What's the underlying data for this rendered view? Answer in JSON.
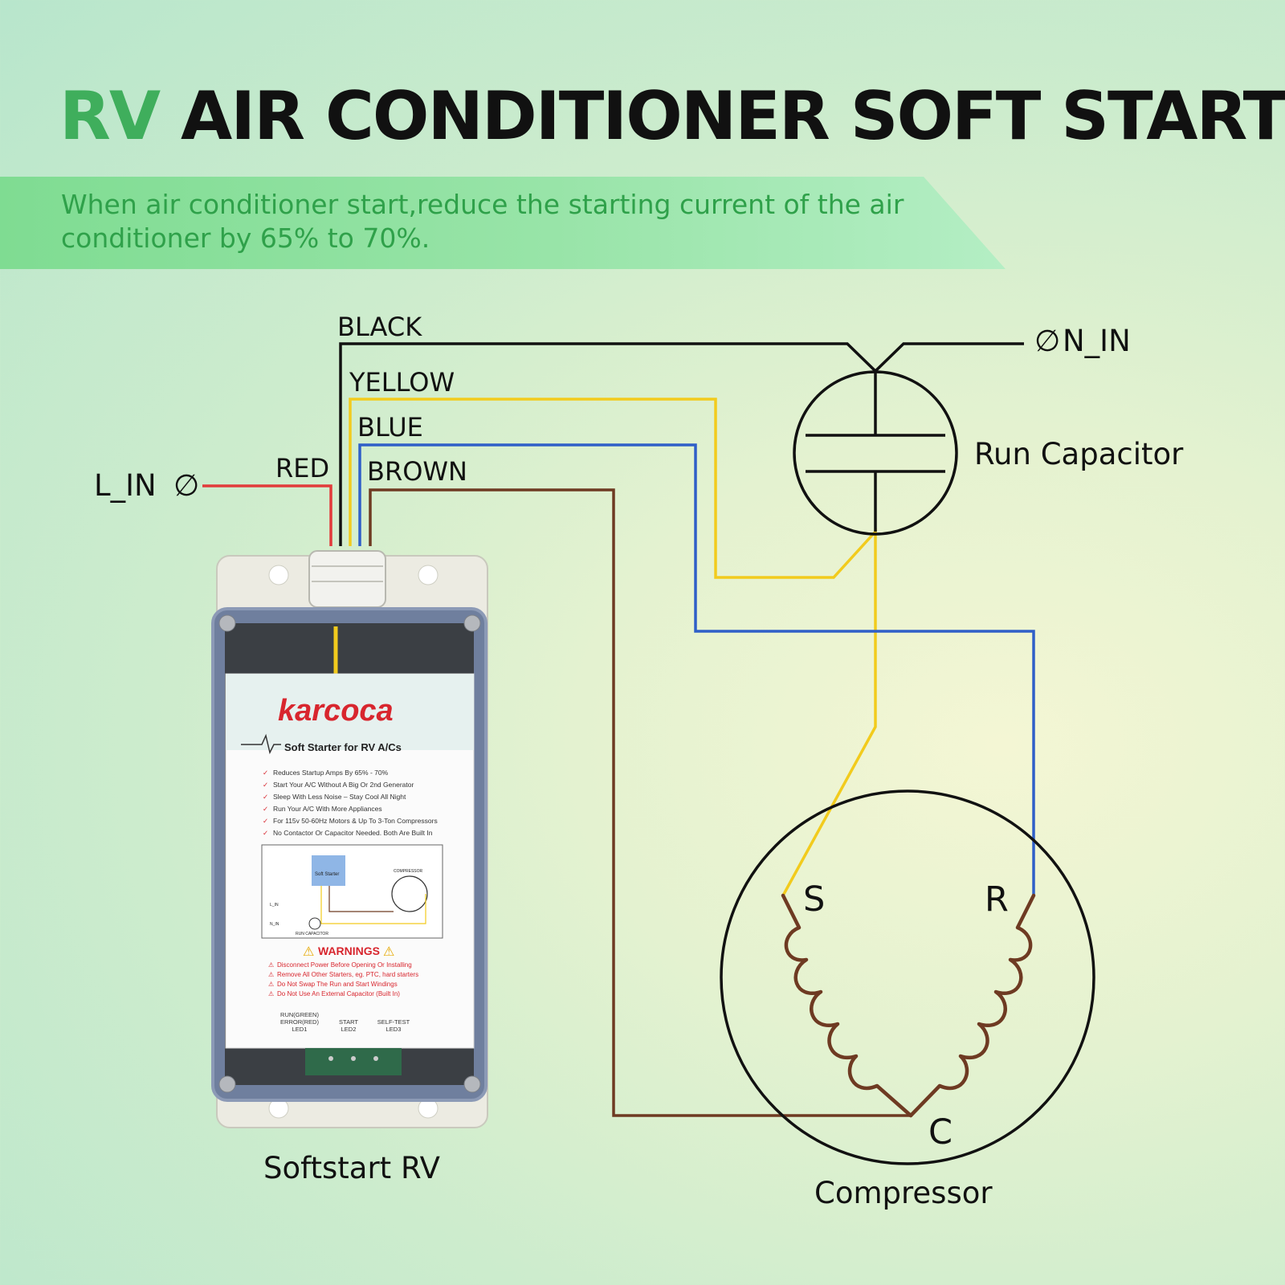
{
  "heading": {
    "accent": "RV",
    "rest": " AIR CONDITIONER SOFT START"
  },
  "subtitle": "When air conditioner start,reduce the starting current of the air conditioner by 65% to 70%.",
  "wires": {
    "black": "BLACK",
    "yellow": "YELLOW",
    "blue": "BLUE",
    "brown": "BROWN",
    "red": "RED"
  },
  "inputs": {
    "line": "L_IN",
    "neutral": "N_IN",
    "terminal_symbol": "∅"
  },
  "run_capacitor": {
    "label": "Run Capacitor"
  },
  "compressor": {
    "label": "Compressor",
    "terminal_s": "S",
    "terminal_r": "R",
    "terminal_c": "C"
  },
  "device": {
    "caption": "Softstart RV",
    "brand": "karcoca",
    "product": "Soft Starter for RV A/Cs",
    "features": [
      "Reduces Startup Amps By 65% - 70%",
      "Start Your A/C Without A Big Or 2nd Generator",
      "Sleep With Less Noise – Stay Cool All Night",
      "Run Your A/C With More Appliances",
      "For 115v 50-60Hz Motors & Up To 3-Ton Compressors",
      "No Contactor Or Capacitor Needed. Both Are Built In"
    ],
    "warning_title": "WARNINGS",
    "warnings": [
      "Disconnect Power Before Opening Or Installing",
      "Remove All Other Starters, eg. PTC, hard starters",
      "Do Not Swap The Run and Start Windings",
      "Do Not Use An External Capacitor (Built In)"
    ],
    "leds": [
      {
        "line1": "RUN(GREEN)",
        "line2": "ERROR(RED)",
        "line3": "LED1"
      },
      {
        "line1": "",
        "line2": "START",
        "line3": "LED2"
      },
      {
        "line1": "",
        "line2": "SELF-TEST",
        "line3": "LED3"
      }
    ],
    "mini_diagram": {
      "soft_starter": "Soft Starter",
      "compressor": "COMPRESSOR",
      "run_capacitor": "RUN CAPACITOR",
      "l_in": "L_IN",
      "n_in": "N_IN"
    }
  },
  "colors": {
    "black_wire": "#111111",
    "yellow_wire": "#f2cb1d",
    "blue_wire": "#2f5fc8",
    "brown_wire": "#6e3a22",
    "red_wire": "#e23b3b",
    "accent_green": "#3fae5c",
    "brand_red": "#d8262e"
  }
}
